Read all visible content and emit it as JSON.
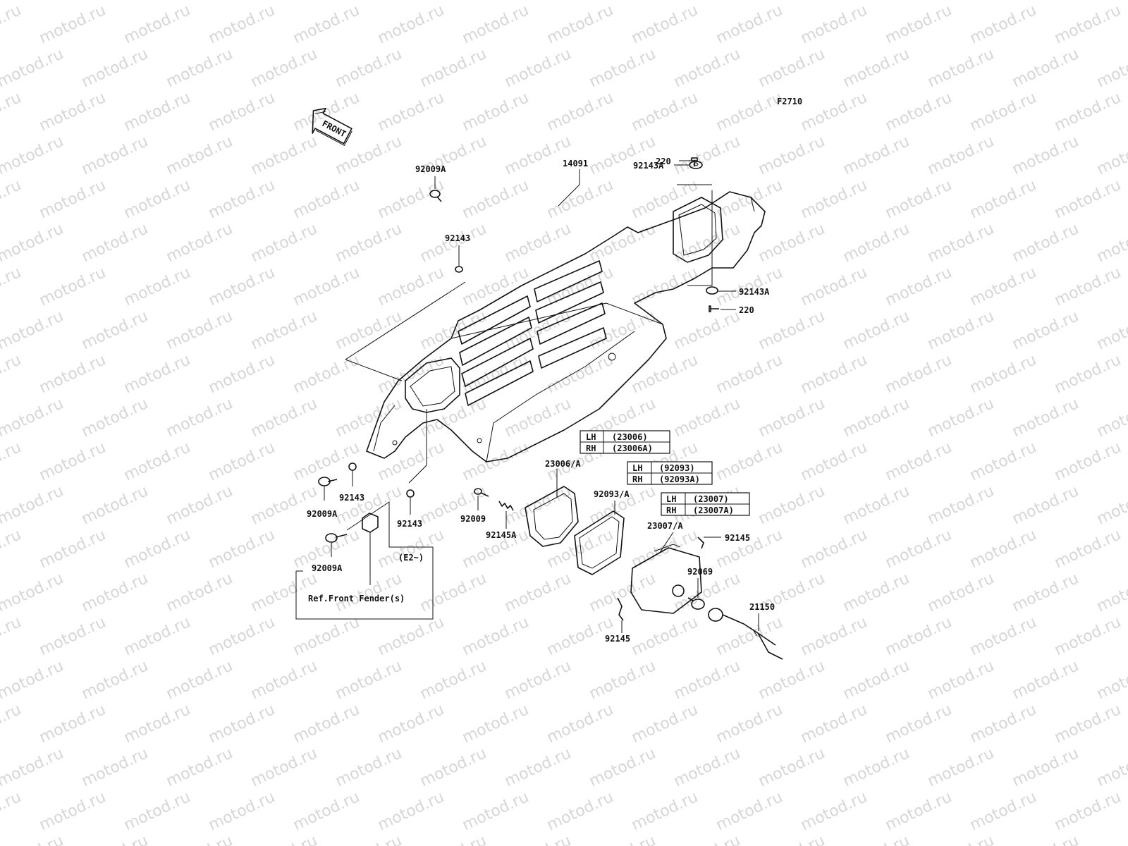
{
  "watermark": "motod.ru",
  "figure_code": "F2710",
  "front_arrow_label": "FRONT",
  "callouts": {
    "p220_top": "220",
    "p92143A_top": "92143A",
    "p14091": "14091",
    "p92009A_top": "92009A",
    "p92143_top": "92143",
    "p92143A_right": "92143A",
    "p220_right": "220",
    "p92143_left": "92143",
    "p92009A_left": "92009A",
    "p92143_mid": "92143",
    "p92009A_bottom": "92009A",
    "p23006A": "23006/A",
    "p92009": "92009",
    "p92145A": "92145A",
    "p92093A": "92093/A",
    "p23007A": "23007/A",
    "p92145_right": "92145",
    "p92069": "92069",
    "p21150": "21150",
    "p92145_bottom": "92145"
  },
  "note_e2": "(E2~)",
  "ref_note": "Ref.Front Fender(s)",
  "variant_tables": [
    {
      "rows": [
        {
          "side": "LH",
          "part": "(23006)"
        },
        {
          "side": "RH",
          "part": "(23006A)"
        }
      ]
    },
    {
      "rows": [
        {
          "side": "LH",
          "part": "(92093)"
        },
        {
          "side": "RH",
          "part": "(92093A)"
        }
      ]
    },
    {
      "rows": [
        {
          "side": "LH",
          "part": "(23007)"
        },
        {
          "side": "RH",
          "part": "(23007A)"
        }
      ]
    }
  ]
}
